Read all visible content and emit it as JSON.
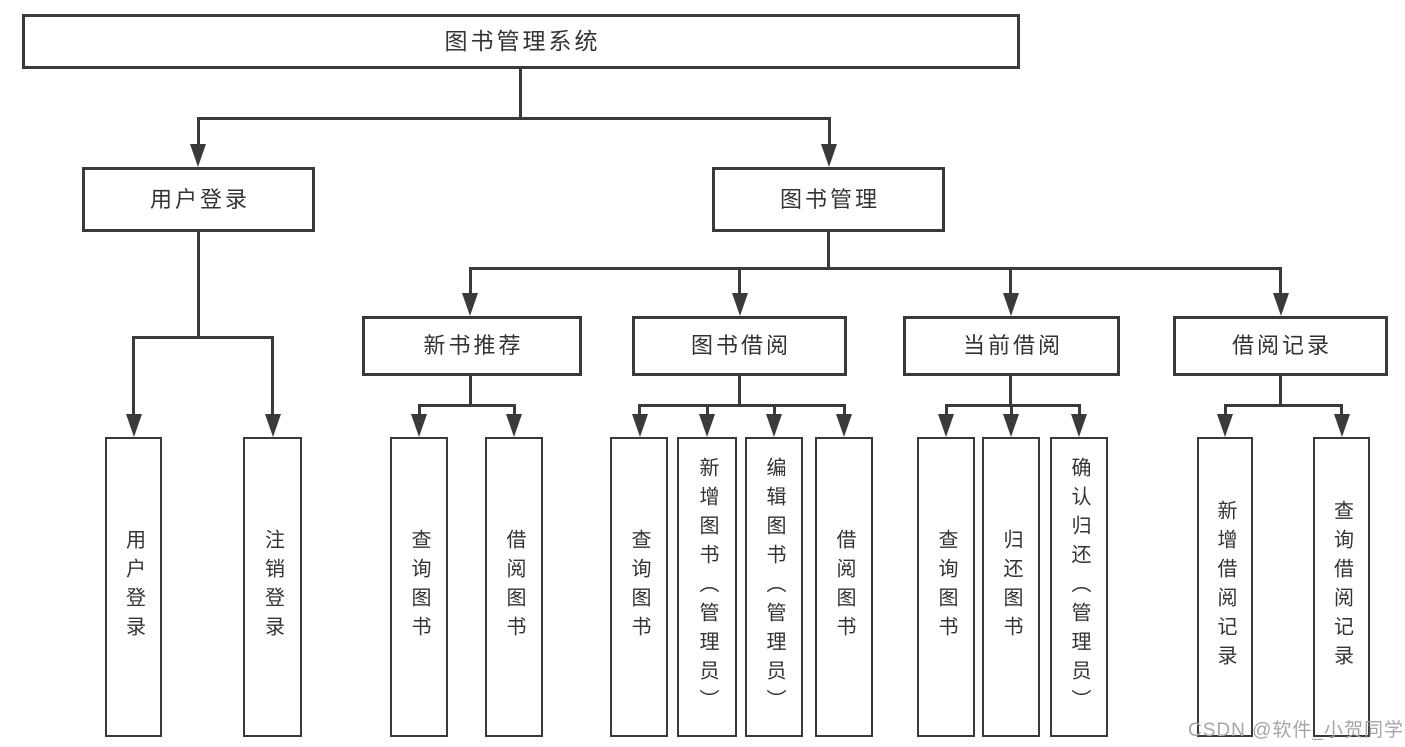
{
  "diagram": {
    "root": {
      "id": "library-management-system",
      "label": "图书管理系统"
    },
    "level2": [
      {
        "id": "user-login",
        "label": "用户登录",
        "parent": "library-management-system"
      },
      {
        "id": "book-management",
        "label": "图书管理",
        "parent": "library-management-system"
      }
    ],
    "level3": [
      {
        "id": "new-book-recommendation",
        "label": "新书推荐",
        "parent": "book-management"
      },
      {
        "id": "book-borrowing",
        "label": "图书借阅",
        "parent": "book-management"
      },
      {
        "id": "current-borrowing",
        "label": "当前借阅",
        "parent": "book-management"
      },
      {
        "id": "borrowing-records",
        "label": "借阅记录",
        "parent": "book-management"
      }
    ],
    "level4": [
      {
        "id": "user-login-action",
        "label": "用户登录",
        "parent": "user-login"
      },
      {
        "id": "logout",
        "label": "注销登录",
        "parent": "user-login"
      },
      {
        "id": "query-books-recommend",
        "label": "查询图书",
        "parent": "new-book-recommendation"
      },
      {
        "id": "borrow-books-recommend",
        "label": "借阅图书",
        "parent": "new-book-recommendation"
      },
      {
        "id": "query-books-borrowing",
        "label": "查询图书",
        "parent": "book-borrowing"
      },
      {
        "id": "add-books-admin",
        "label": "新增图书（管理员）",
        "parent": "book-borrowing"
      },
      {
        "id": "edit-books-admin",
        "label": "编辑图书（管理员）",
        "parent": "book-borrowing"
      },
      {
        "id": "borrow-books",
        "label": "借阅图书",
        "parent": "book-borrowing"
      },
      {
        "id": "query-books-current",
        "label": "查询图书",
        "parent": "current-borrowing"
      },
      {
        "id": "return-books",
        "label": "归还图书",
        "parent": "current-borrowing"
      },
      {
        "id": "confirm-return-admin",
        "label": "确认归还（管理员）",
        "parent": "current-borrowing"
      },
      {
        "id": "add-borrow-record",
        "label": "新增借阅记录",
        "parent": "borrowing-records"
      },
      {
        "id": "query-borrow-record",
        "label": "查询借阅记录",
        "parent": "borrowing-records"
      }
    ],
    "watermark": "CSDN @软件_小贺同学",
    "colors": {
      "line": "#3a3a3a",
      "text": "#333333",
      "watermark": "#a6a6a6",
      "background": "#ffffff"
    }
  }
}
